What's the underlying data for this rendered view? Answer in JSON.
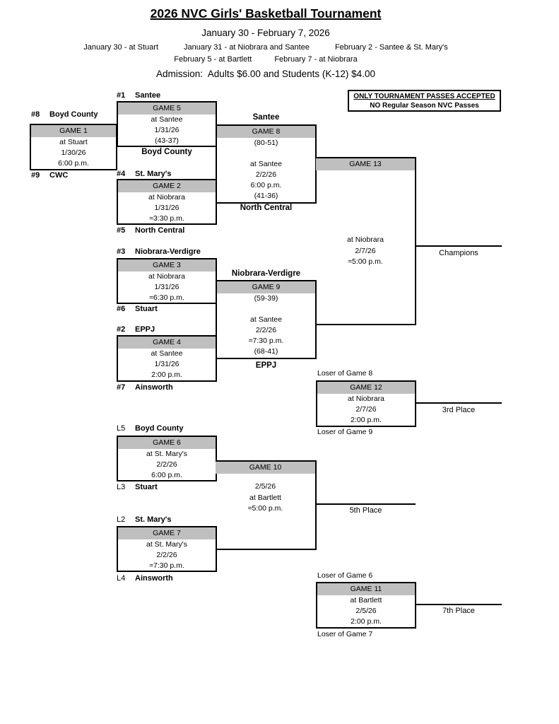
{
  "header": {
    "title": "2026 NVC Girls' Basketball Tournament",
    "date_range": "January 30 - February 7, 2026",
    "venues_row1": [
      "January 30 - at Stuart",
      "January 31 - at Niobrara and Santee",
      "February 2 - Santee & St. Mary's"
    ],
    "venues_row2": [
      "February 5 - at Bartlett",
      "February 7 - at Niobrara"
    ],
    "admission": "Admission:  Adults $6.00 and Students (K-12) $4.00"
  },
  "notice": {
    "line1": "ONLY TOURNAMENT PASSES ACCEPTED",
    "line2": "NO Regular Season NVC Passes"
  },
  "colors": {
    "header_bar_gray": "#bfbfbf",
    "line_black": "#000000",
    "page_background": "#ffffff"
  },
  "games": {
    "g1": {
      "title": "GAME 1",
      "lines": [
        "at Stuart",
        "1/30/26",
        "6:00 p.m."
      ]
    },
    "g2": {
      "title": "GAME 2",
      "lines": [
        "at Niobrara",
        "1/31/26",
        "≈3:30 p.m."
      ]
    },
    "g3": {
      "title": "GAME 3",
      "lines": [
        "at Niobrara",
        "1/31/26",
        "≈6:30 p.m."
      ]
    },
    "g4": {
      "title": "GAME 4",
      "lines": [
        "at Santee",
        "1/31/26",
        "2:00 p.m."
      ]
    },
    "g5": {
      "title": "GAME 5",
      "lines": [
        "at Santee",
        "1/31/26",
        "(43-37)"
      ]
    },
    "g6": {
      "title": "GAME 6",
      "lines": [
        "at St. Mary's",
        "2/2/26",
        "6:00 p.m."
      ]
    },
    "g7": {
      "title": "GAME 7",
      "lines": [
        "at St. Mary's",
        "2/2/26",
        "≈7:30 p.m."
      ]
    },
    "g8": {
      "title": "GAME 8",
      "lines": [
        "(80-51)",
        "",
        "at Santee",
        "2/2/26",
        "6:00 p.m.",
        "(41-36)"
      ]
    },
    "g9": {
      "title": "GAME 9",
      "lines": [
        "(59-39)",
        "",
        "at Santee",
        "2/2/26",
        "≈7:30 p.m.",
        "(68-41)"
      ]
    },
    "g10": {
      "title": "GAME 10",
      "lines": [
        "2/5/26",
        "at Bartlett",
        "≈5:00 p.m."
      ]
    },
    "g11": {
      "title": "GAME 11",
      "lines": [
        "at Bartlett",
        "2/5/26",
        "2:00 p.m."
      ]
    },
    "g12": {
      "title": "GAME 12",
      "lines": [
        "at Niobrara",
        "2/7/26",
        "2:00 p.m."
      ]
    },
    "g13": {
      "title": "GAME 13",
      "lines": [
        "at Niobrara",
        "2/7/26",
        "≈5:00 p.m."
      ]
    }
  },
  "seeds": {
    "s1": {
      "prefix": "#1",
      "name": "Santee"
    },
    "s2": {
      "prefix": "#2",
      "name": "EPPJ"
    },
    "s3": {
      "prefix": "#3",
      "name": "Niobrara-Verdigre"
    },
    "s4": {
      "prefix": "#4",
      "name": "St. Mary's"
    },
    "s5": {
      "prefix": "#5",
      "name": "North Central"
    },
    "s6": {
      "prefix": "#6",
      "name": "Stuart"
    },
    "s7": {
      "prefix": "#7",
      "name": "Ainsworth"
    },
    "s8": {
      "prefix": "#8",
      "name": "Boyd County"
    },
    "s9": {
      "prefix": "#9",
      "name": "CWC"
    }
  },
  "consolation_slots": {
    "l5": {
      "prefix": "L5",
      "name": "Boyd County"
    },
    "l3": {
      "prefix": "L3",
      "name": "Stuart"
    },
    "l2": {
      "prefix": "L2",
      "name": "St. Mary's"
    },
    "l4": {
      "prefix": "L4",
      "name": "Ainsworth"
    }
  },
  "advancers": {
    "g5_bottom": "Boyd County",
    "g8_top": "Santee",
    "g8_bottom": "North Central",
    "g9_top": "Niobrara-Verdigre",
    "g9_bottom": "EPPJ"
  },
  "losers": {
    "of_game8": "Loser of Game 8",
    "of_game9": "Loser of Game 9",
    "of_game6": "Loser of Game 6",
    "of_game7": "Loser of Game 7"
  },
  "places": {
    "champions": "Champions",
    "third": "3rd Place",
    "fifth": "5th Place",
    "seventh": "7th Place"
  }
}
